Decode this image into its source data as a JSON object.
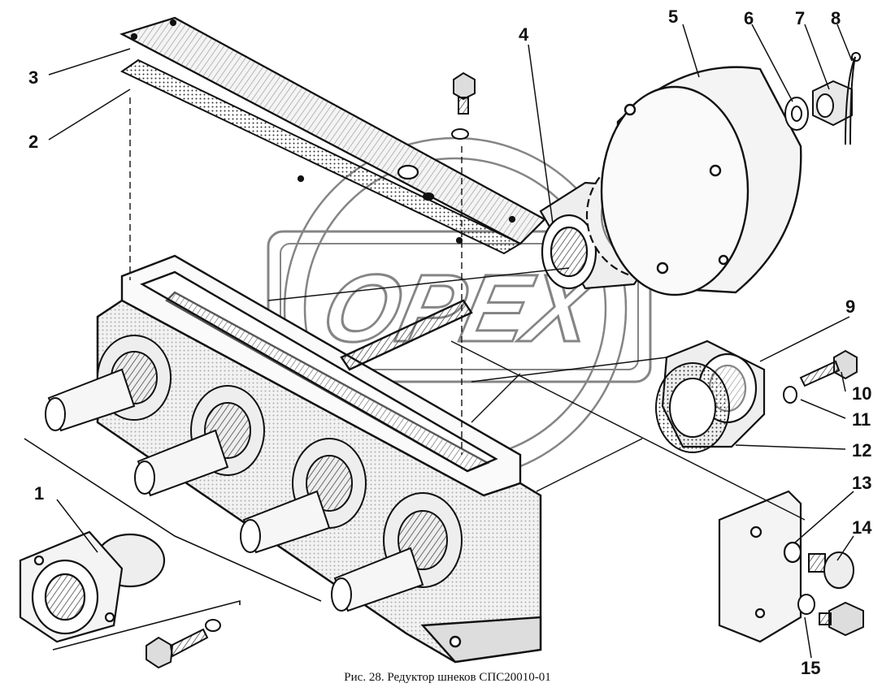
{
  "caption": "Рис. 28. Редуктор шнеков СПС20010-01",
  "watermark": {
    "text": "OPEX"
  },
  "callouts": [
    {
      "id": "1",
      "text": "1"
    },
    {
      "id": "2",
      "text": "2"
    },
    {
      "id": "3",
      "text": "3"
    },
    {
      "id": "4",
      "text": "4"
    },
    {
      "id": "5",
      "text": "5"
    },
    {
      "id": "6",
      "text": "6"
    },
    {
      "id": "7",
      "text": "7"
    },
    {
      "id": "8",
      "text": "8"
    },
    {
      "id": "9",
      "text": "9"
    },
    {
      "id": "10",
      "text": "10"
    },
    {
      "id": "11",
      "text": "11"
    },
    {
      "id": "12",
      "text": "12"
    },
    {
      "id": "13",
      "text": "13"
    },
    {
      "id": "14",
      "text": "14"
    },
    {
      "id": "15",
      "text": "15"
    }
  ],
  "colors": {
    "ink": "#111111",
    "shade": "#555555",
    "watermark": "#222222"
  }
}
